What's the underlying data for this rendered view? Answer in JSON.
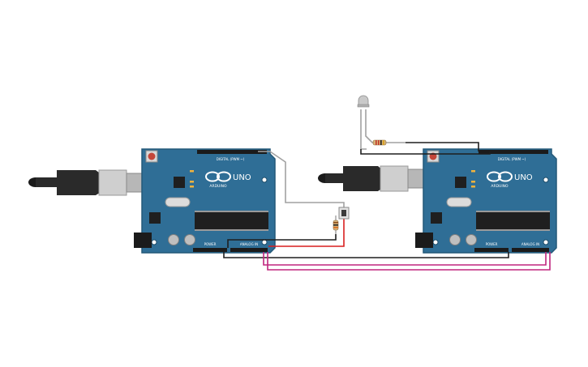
{
  "boards": [
    {
      "id": "left",
      "brand_label": "UNO",
      "maker_label": "ARDUINO",
      "digital_header_label": "DIGITAL (PWM ~)",
      "power_header_label": "POWER",
      "analog_header_label": "ANALOG IN"
    },
    {
      "id": "right",
      "brand_label": "UNO",
      "maker_label": "ARDUINO",
      "digital_header_label": "DIGITAL (PWM ~)",
      "power_header_label": "POWER",
      "analog_header_label": "ANALOG IN"
    }
  ],
  "board_colors": {
    "pcb": "#2f6e96",
    "pcb_edge": "#245978",
    "chip": "#1f1f1f",
    "header": "#1b1b1b",
    "reset_button": "#c4463a",
    "usb_body": "#cfcfcf",
    "usb_cable": "#2a2a2a"
  },
  "wire_colors": {
    "ground": "#1e1e1e",
    "power": "#d81f1f",
    "signal": "#a1a1a1",
    "serial": "#c0257f"
  },
  "components": {
    "pushbutton": "pushbutton",
    "pull_resistor": "resistor",
    "led_resistor": "resistor",
    "led": "led"
  }
}
